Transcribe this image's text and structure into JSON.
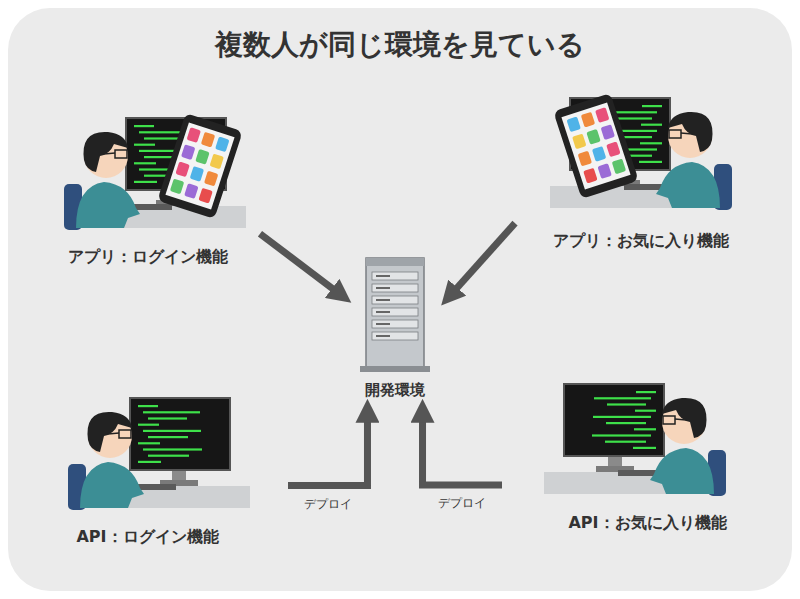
{
  "diagram": {
    "title": "複数人が同じ環境を見ている",
    "nodes": [
      {
        "text": [
          "アプリ：ログイン機能"
        ]
      },
      {
        "text": [
          "アプリ：お気に入り機能"
        ]
      },
      {
        "text": [
          "開発環境"
        ]
      },
      {
        "text": [
          "API：ログイン機能"
        ]
      },
      {
        "text": [
          "API：お気に入り機能"
        ]
      }
    ],
    "edges": [
      {
        "from": 0,
        "to": 2,
        "arrow": "to"
      },
      {
        "from": 1,
        "to": 2,
        "arrow": "to"
      },
      {
        "from": 3,
        "to": 2,
        "label": "デプロイ",
        "arrow": "to"
      },
      {
        "from": 4,
        "to": 2,
        "label": "デプロイ",
        "arrow": "to"
      }
    ]
  }
}
